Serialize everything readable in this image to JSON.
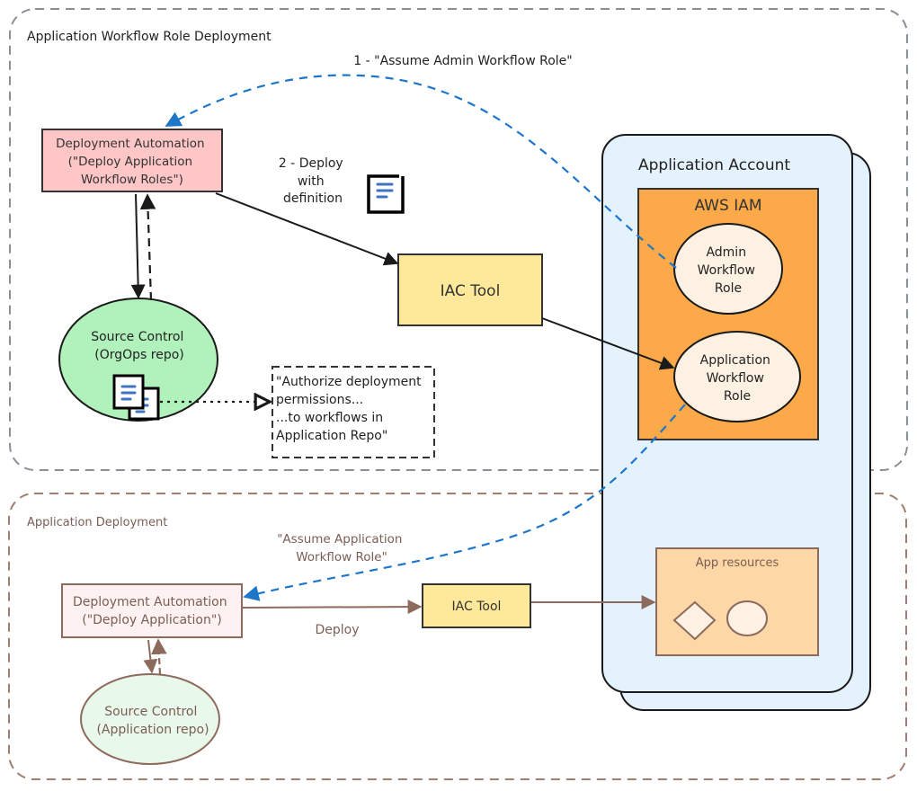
{
  "groups": {
    "top": {
      "title": "Application Workflow Role Deployment",
      "border_color": "#8a8f96"
    },
    "bottom": {
      "title": "Application Deployment",
      "border_color": "#8c6e63"
    }
  },
  "account": {
    "title": "Application Account",
    "fill": "#e4f2fd",
    "iam": {
      "title": "AWS IAM",
      "fill": "#fca94a",
      "roles": [
        {
          "lines": [
            "Admin",
            "Workflow",
            "Role"
          ]
        },
        {
          "lines": [
            "Application",
            "Workflow",
            "Role"
          ]
        }
      ]
    },
    "resources": {
      "title": "App resources",
      "fill": "#fdd7a6"
    }
  },
  "top_nodes": {
    "deploy_automation": {
      "lines": [
        "Deployment Automation",
        "(\"Deploy Application",
        "Workflow Roles\")"
      ],
      "fill": "#fec6c6"
    },
    "source_control": {
      "lines": [
        "Source Control",
        "(OrgOps repo)"
      ],
      "fill": "#b0f1bc"
    },
    "iac_tool": {
      "label": "IAC Tool",
      "fill": "#fee99a"
    },
    "note": {
      "lines": [
        "\"Authorize deployment",
        "permissions...",
        "...to workflows in",
        "Application Repo\""
      ]
    }
  },
  "bottom_nodes": {
    "deploy_automation": {
      "lines": [
        "Deployment Automation",
        "(\"Deploy Application\")"
      ],
      "fill": "#fdf2f1"
    },
    "source_control": {
      "lines": [
        "Source Control",
        "(Application repo)"
      ],
      "fill": "#e8f8ea"
    },
    "iac_tool": {
      "label": "IAC Tool",
      "fill": "#fee99a"
    }
  },
  "edge_labels": {
    "assume_admin": "1 - \"Assume Admin Workflow Role\"",
    "deploy_with_definition": [
      "2 - Deploy",
      "with",
      "definition"
    ],
    "assume_app": [
      "\"Assume Application",
      "Workflow Role\""
    ],
    "deploy": "Deploy"
  },
  "colors": {
    "blue_dash": "#1e76c9",
    "dark": "#1a1a1a",
    "brown": "#8c6b5d",
    "doc_lines": "#3f74c2"
  }
}
